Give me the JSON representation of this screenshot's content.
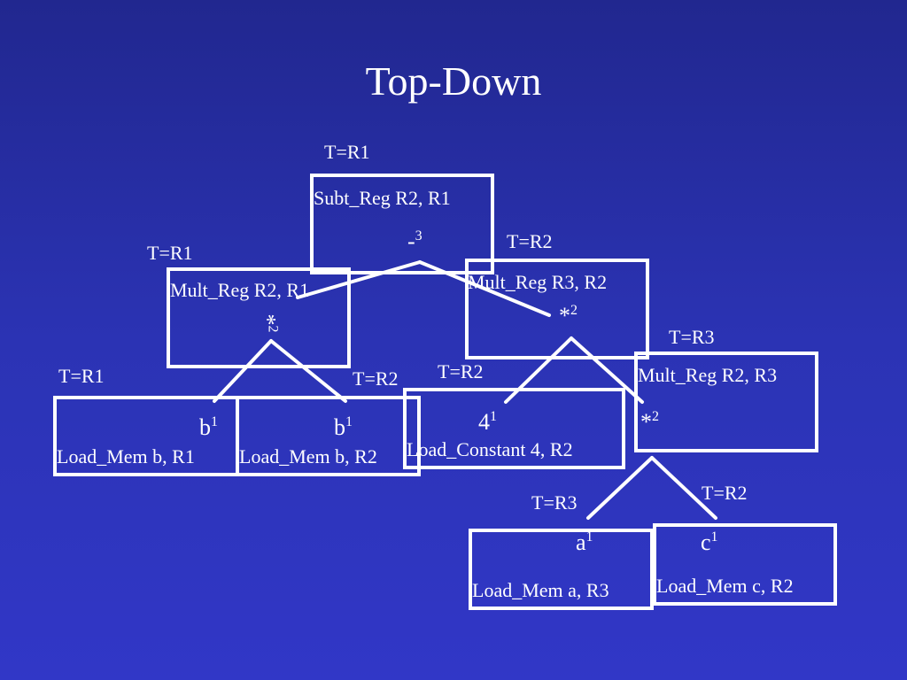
{
  "title": "Top-Down",
  "nodes": {
    "root": {
      "target": "T=R1",
      "instruction": "Subt_Reg R2, R1",
      "op": "-",
      "label": "3"
    },
    "mul_left": {
      "target": "T=R1",
      "instruction": "Mult_Reg R2, R1",
      "op": "*",
      "label": "2"
    },
    "mul_mid": {
      "target": "T=R2",
      "instruction": "Mult_Reg R3, R2",
      "op": "*",
      "label": "2"
    },
    "mul_right": {
      "target": "T=R3",
      "instruction": "Mult_Reg R2, R3",
      "op": "*",
      "label": "2"
    },
    "b_a": {
      "target": "T=R1",
      "instruction": "Load_Mem b, R1",
      "op": "b",
      "label": "1"
    },
    "b_b": {
      "target": "T=R2",
      "instruction": "Load_Mem b, R2",
      "op": "b",
      "label": "1"
    },
    "four": {
      "target": "T=R2",
      "instruction": "Load_Constant 4, R2",
      "op": "4",
      "label": "1"
    },
    "a": {
      "target": "T=R3",
      "instruction": "Load_Mem a, R3",
      "op": "a",
      "label": "1"
    },
    "c": {
      "target": "T=R2",
      "instruction": "Load_Mem c, R2",
      "op": "c",
      "label": "1"
    }
  }
}
